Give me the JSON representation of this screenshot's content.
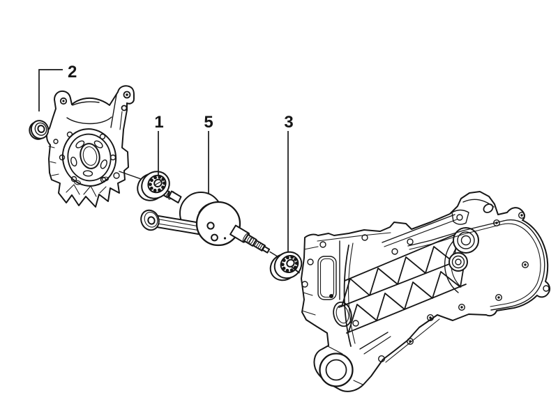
{
  "figure": {
    "type": "exploded-parts-diagram",
    "subject": "engine-crankcase-crankshaft-assembly",
    "background_color": "#ffffff",
    "line_color": "#161616",
    "callouts": [
      {
        "label": "2",
        "points_to": "oil-seal"
      },
      {
        "label": "1",
        "points_to": "crankshaft-bearing-left"
      },
      {
        "label": "5",
        "points_to": "crankshaft"
      },
      {
        "label": "3",
        "points_to": "crankshaft-bearing-right"
      }
    ]
  }
}
